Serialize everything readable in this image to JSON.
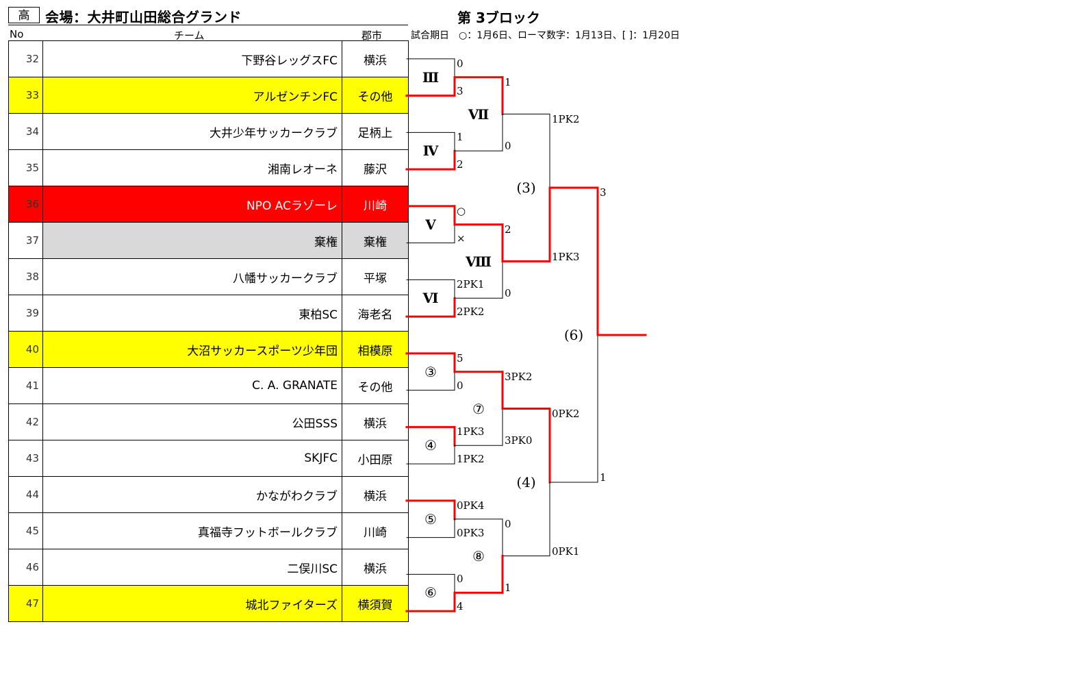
{
  "header": {
    "grade": "高",
    "venue": "会場：大井町山田総合グランド",
    "block_title": "第 3ブロック",
    "note": "試合期日　○：1月6日、ローマ数字：1月13日、[ ]：1月20日",
    "col_no": "No",
    "col_team": "チーム",
    "col_city": "郡市"
  },
  "teams": [
    {
      "no": "32",
      "name": "下野谷レッグスFC",
      "city": "横浜",
      "highlight": ""
    },
    {
      "no": "33",
      "name": "アルゼンチンFC",
      "city": "その他",
      "highlight": "yellow"
    },
    {
      "no": "34",
      "name": "大井少年サッカークラブ",
      "city": "足柄上",
      "highlight": ""
    },
    {
      "no": "35",
      "name": "湘南レオーネ",
      "city": "藤沢",
      "highlight": ""
    },
    {
      "no": "36",
      "name": "NPO ACラゾーレ",
      "city": "川崎",
      "highlight": "red"
    },
    {
      "no": "37",
      "name": "棄権",
      "city": "棄権",
      "highlight": "grey"
    },
    {
      "no": "38",
      "name": "八幡サッカークラブ",
      "city": "平塚",
      "highlight": ""
    },
    {
      "no": "39",
      "name": "東柏SC",
      "city": "海老名",
      "highlight": ""
    },
    {
      "no": "40",
      "name": "大沼サッカースポーツ少年団",
      "city": "相模原",
      "highlight": "yellow"
    },
    {
      "no": "41",
      "name": "C. A. GRANATE",
      "city": "その他",
      "highlight": ""
    },
    {
      "no": "42",
      "name": "公田SSS",
      "city": "横浜",
      "highlight": ""
    },
    {
      "no": "43",
      "name": "SKJFC",
      "city": "小田原",
      "highlight": ""
    },
    {
      "no": "44",
      "name": "かながわクラブ",
      "city": "横浜",
      "highlight": ""
    },
    {
      "no": "45",
      "name": "真福寺フットボールクラブ",
      "city": "川崎",
      "highlight": ""
    },
    {
      "no": "46",
      "name": "二俣川SC",
      "city": "横浜",
      "highlight": ""
    },
    {
      "no": "47",
      "name": "城北ファイターズ",
      "city": "横須賀",
      "highlight": "yellow"
    }
  ],
  "bracket": {
    "colors": {
      "winner": "#ff0000",
      "normal": "#000000"
    },
    "matches": [
      {
        "id": "m-iii",
        "label": "Ⅲ",
        "top": "0",
        "bottom": "3",
        "winner": "bottom"
      },
      {
        "id": "m-iv",
        "label": "Ⅳ",
        "top": "1",
        "bottom": "2",
        "winner": "bottom"
      },
      {
        "id": "m-v",
        "label": "Ⅴ",
        "top": "○",
        "bottom": "×",
        "winner": "top"
      },
      {
        "id": "m-vi",
        "label": "Ⅵ",
        "top": "2PK1",
        "bottom": "2PK2",
        "winner": "bottom"
      },
      {
        "id": "m-3",
        "label": "③",
        "top": "5",
        "bottom": "0",
        "winner": "top"
      },
      {
        "id": "m-4",
        "label": "④",
        "top": "1PK3",
        "bottom": "1PK2",
        "winner": "top"
      },
      {
        "id": "m-5",
        "label": "⑤",
        "top": "0PK4",
        "bottom": "0PK3",
        "winner": "top"
      },
      {
        "id": "m-6",
        "label": "⑥",
        "top": "0",
        "bottom": "4",
        "winner": "bottom"
      },
      {
        "id": "m-vii",
        "label": "Ⅶ",
        "top": "1",
        "bottom": "0",
        "winner": "top"
      },
      {
        "id": "m-viii",
        "label": "Ⅷ",
        "top": "2",
        "bottom": "0",
        "winner": "top"
      },
      {
        "id": "m-7",
        "label": "⑦",
        "top": "3PK2",
        "bottom": "3PK0",
        "winner": "top"
      },
      {
        "id": "m-8",
        "label": "⑧",
        "top": "0",
        "bottom": "1",
        "winner": "bottom"
      },
      {
        "id": "m-p3",
        "label": "(3)",
        "top": "1PK2",
        "bottom": "1PK3",
        "winner": "bottom"
      },
      {
        "id": "m-p4",
        "label": "(4)",
        "top": "0PK2",
        "bottom": "0PK1",
        "winner": "top"
      },
      {
        "id": "m-p6",
        "label": "(6)",
        "top": "3",
        "bottom": "1",
        "winner": "top"
      }
    ]
  }
}
